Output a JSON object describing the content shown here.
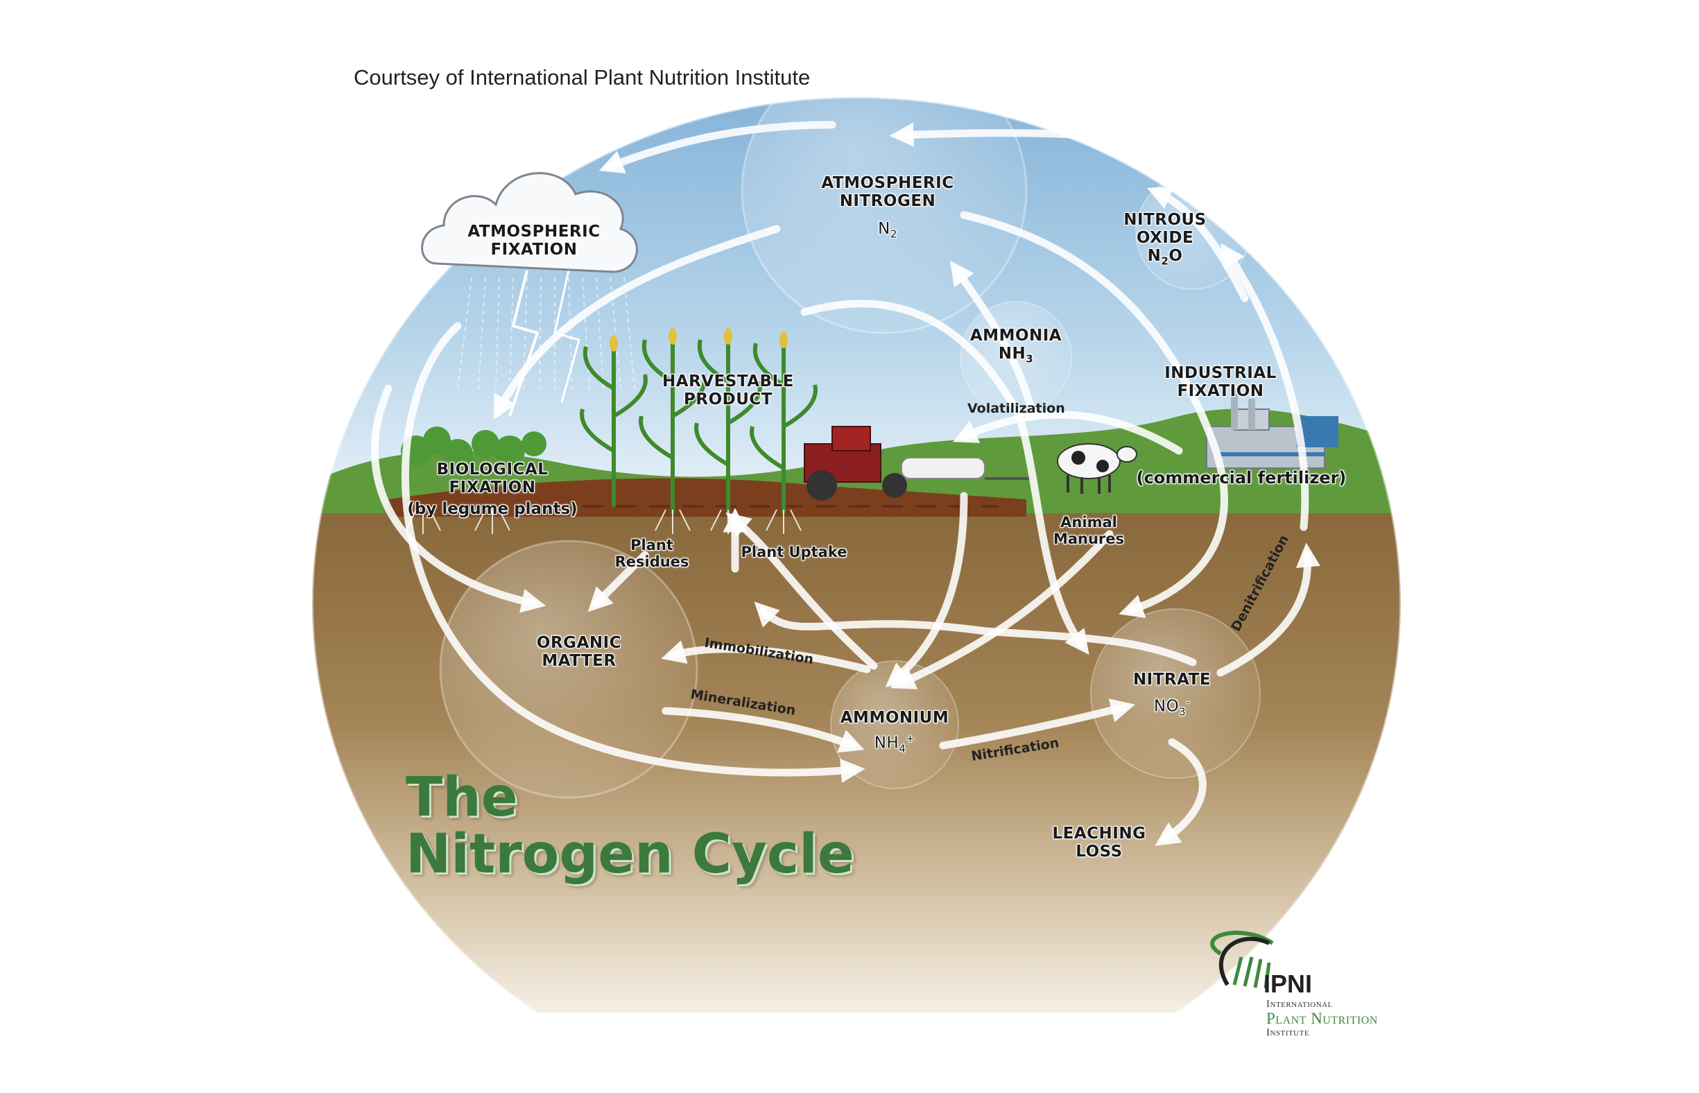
{
  "credit": "Courtsey of International Plant Nutrition Institute",
  "title": {
    "line1": "The",
    "line2": "Nitrogen Cycle"
  },
  "pools": {
    "atmospheric_nitrogen": {
      "line1": "ATMOSPHERIC",
      "line2": "NITROGEN",
      "formula_base": "N",
      "formula_sub": "2"
    },
    "atmospheric_fixation": {
      "line1": "ATMOSPHERIC",
      "line2": "FIXATION"
    },
    "nitrous_oxide": {
      "line1": "NITROUS",
      "line2": "OXIDE",
      "formula_a": "N",
      "formula_sub": "2",
      "formula_b": "O"
    },
    "ammonia": {
      "line1": "AMMONIA",
      "formula_base": "NH",
      "formula_sub": "3"
    },
    "industrial_fixation": {
      "line1": "INDUSTRIAL",
      "line2": "FIXATION",
      "note": "(commercial fertilizer)"
    },
    "harvestable_product": {
      "line1": "HARVESTABLE",
      "line2": "PRODUCT"
    },
    "biological_fixation": {
      "line1": "BIOLOGICAL",
      "line2": "FIXATION",
      "note": "(by legume plants)"
    },
    "plant_residues": {
      "line1": "Plant",
      "line2": "Residues"
    },
    "plant_uptake": {
      "line1": "Plant Uptake"
    },
    "animal_manures": {
      "line1": "Animal",
      "line2": "Manures"
    },
    "organic_matter": {
      "line1": "ORGANIC",
      "line2": "MATTER"
    },
    "ammonium": {
      "line1": "AMMONIUM",
      "formula_base": "NH",
      "formula_sub": "4",
      "formula_sup": "+"
    },
    "nitrate": {
      "line1": "NITRATE",
      "formula_base": "NO",
      "formula_sub": "3",
      "formula_sup": "-"
    },
    "leaching_loss": {
      "line1": "LEACHING",
      "line2": "LOSS"
    }
  },
  "processes": {
    "volatilization": "Volatilization",
    "immobilization": "Immobilization",
    "mineralization": "Mineralization",
    "nitrification": "Nitrification",
    "denitrification": "Denitrification"
  },
  "logo": {
    "abbr": "IPNI",
    "line1": "International",
    "line2": "Plant Nutrition",
    "line3": "Institute"
  },
  "colors": {
    "sky_top": "#8fb9dc",
    "sky_bottom": "#eaf3f9",
    "soil_top": "#8a6a3c",
    "soil_bottom": "#f1e9dc",
    "grass": "#5f9a3c",
    "title_green": "#3b7a3c",
    "logo_green": "#3d8a3a"
  }
}
